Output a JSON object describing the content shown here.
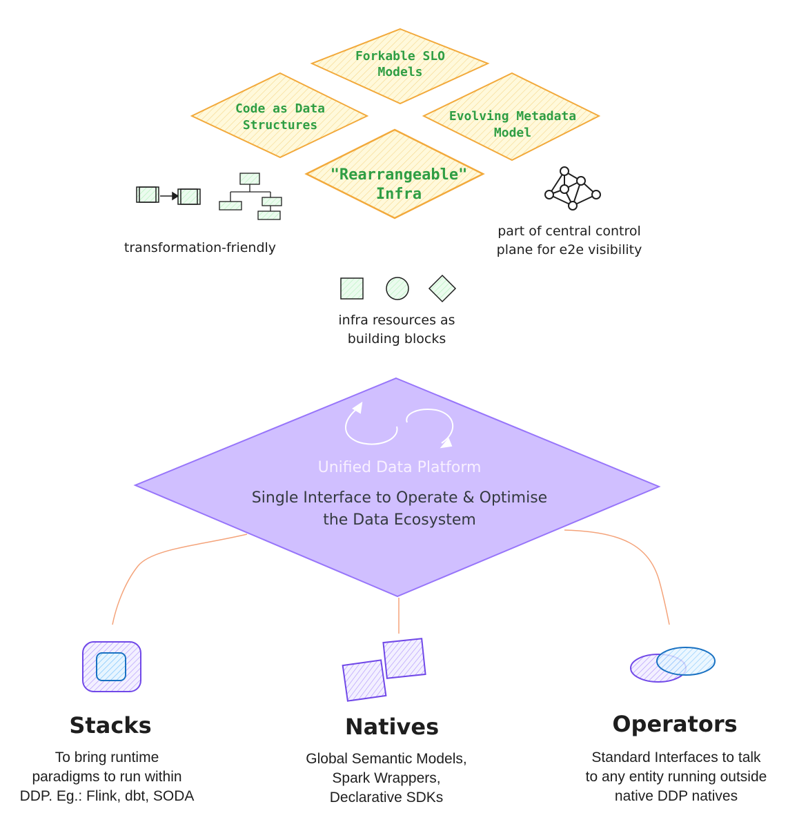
{
  "principles": [
    {
      "id": "forkable",
      "lines": [
        "Forkable SLO",
        "Models"
      ]
    },
    {
      "id": "code-as-data",
      "lines": [
        "Code as Data",
        "Structures"
      ]
    },
    {
      "id": "evolving-metadata",
      "lines": [
        "Evolving Metadata",
        "Model"
      ]
    },
    {
      "id": "rearrangeable",
      "lines": [
        "\"Rearrangeable\"",
        "Infra"
      ]
    }
  ],
  "captions": {
    "transformation": "transformation-friendly",
    "control_plane": [
      "part of central control",
      "plane for e2e visibility"
    ],
    "building_blocks": [
      "infra resources as",
      "building blocks"
    ]
  },
  "platform": {
    "title": "Unified Data Platform",
    "subtitle": [
      "Single Interface to Operate & Optimise",
      "the Data Ecosystem"
    ]
  },
  "components": [
    {
      "id": "stacks",
      "title": "Stacks",
      "desc": [
        "To bring runtime",
        "paradigms to run within",
        "DDP. Eg.: Flink, dbt, SODA"
      ]
    },
    {
      "id": "natives",
      "title": "Natives",
      "desc": [
        "Global Semantic Models,",
        "Spark Wrappers,",
        "Declarative SDKs"
      ]
    },
    {
      "id": "operators",
      "title": "Operators",
      "desc": [
        "Standard Interfaces to talk",
        "to any entity running outside",
        "native DDP natives"
      ]
    }
  ],
  "colors": {
    "principle_fill": "#fff3bf",
    "principle_stroke": "#f2a93b",
    "principle_text": "#2f9e44",
    "platform_fill": "#d0bfff",
    "platform_stroke": "#9775fa",
    "connector": "#f4a37a",
    "block_fill": "#d3f9d8"
  }
}
